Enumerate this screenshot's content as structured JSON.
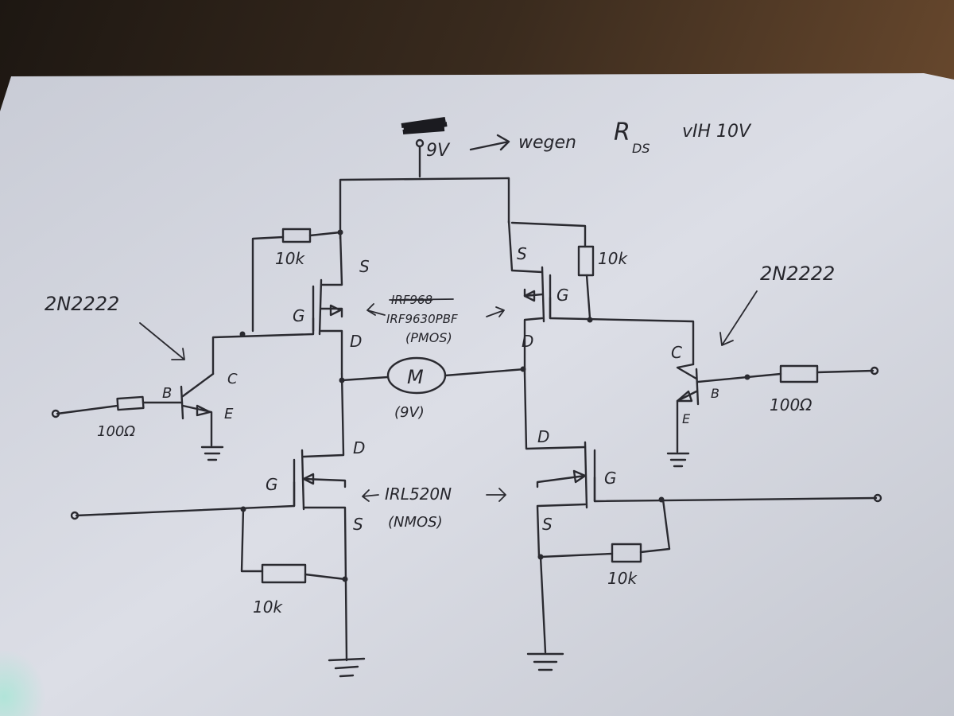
{
  "supply": {
    "label": "9V",
    "arrow_note": "wegen",
    "rds_symbol": "R",
    "rds_sub": "DS",
    "rds_note": "vIH 10V"
  },
  "pmos": {
    "left_source": "S",
    "left_gate": "G",
    "left_drain": "D",
    "right_source": "S",
    "right_gate": "G",
    "right_drain": "D",
    "struck_part": "IRF968",
    "part": "IRF9630PBF",
    "type": "(PMOS)",
    "left_resistor": "10k",
    "right_resistor": "10k"
  },
  "motor": {
    "symbol": "M",
    "voltage": "(9V)"
  },
  "nmos": {
    "left_drain": "D",
    "left_gate": "G",
    "left_source": "S",
    "right_drain": "D",
    "right_gate": "G",
    "right_source": "S",
    "part": "IRL520N",
    "type": "(NMOS)",
    "left_resistor": "10k",
    "right_resistor": "10k"
  },
  "bjt_left": {
    "part": "2N2222",
    "base": "B",
    "collector": "C",
    "emitter": "E",
    "base_resistor": "100Ω"
  },
  "bjt_right": {
    "part": "2N2222",
    "base": "B",
    "collector": "C",
    "emitter": "E",
    "base_resistor": "100Ω"
  }
}
